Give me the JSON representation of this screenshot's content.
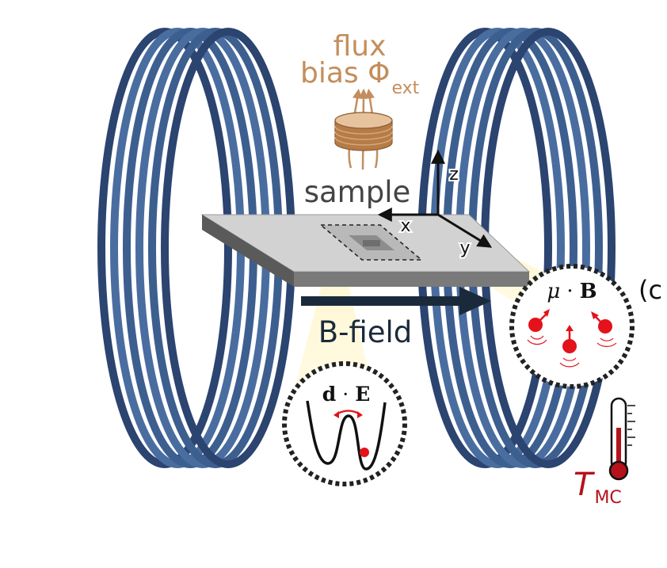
{
  "flux": {
    "line1": "flux",
    "line2_prefix": "bias Φ",
    "line2_sub": "ext",
    "color": "#c38e5c"
  },
  "sample": {
    "label": "sample",
    "color": "#444444"
  },
  "axes": {
    "x": "x",
    "y": "y",
    "z": "z"
  },
  "bfield": {
    "label": "B-field",
    "color": "#1b2a3a"
  },
  "electric": {
    "label_left": "d",
    "label_dot": "·",
    "label_right": "E"
  },
  "magnetic": {
    "label_left": "μ",
    "label_dot": "·",
    "label_right": "B",
    "edge_text": "(c"
  },
  "temperature": {
    "symbol": "T",
    "sub": "MC",
    "color": "#b5121b"
  },
  "colors": {
    "coil": "#3d5f8f",
    "coil_dark": "#2b4470",
    "coil_light": "#5b7db0",
    "spin": "#e3121b",
    "highlight": "#fff6cc"
  }
}
